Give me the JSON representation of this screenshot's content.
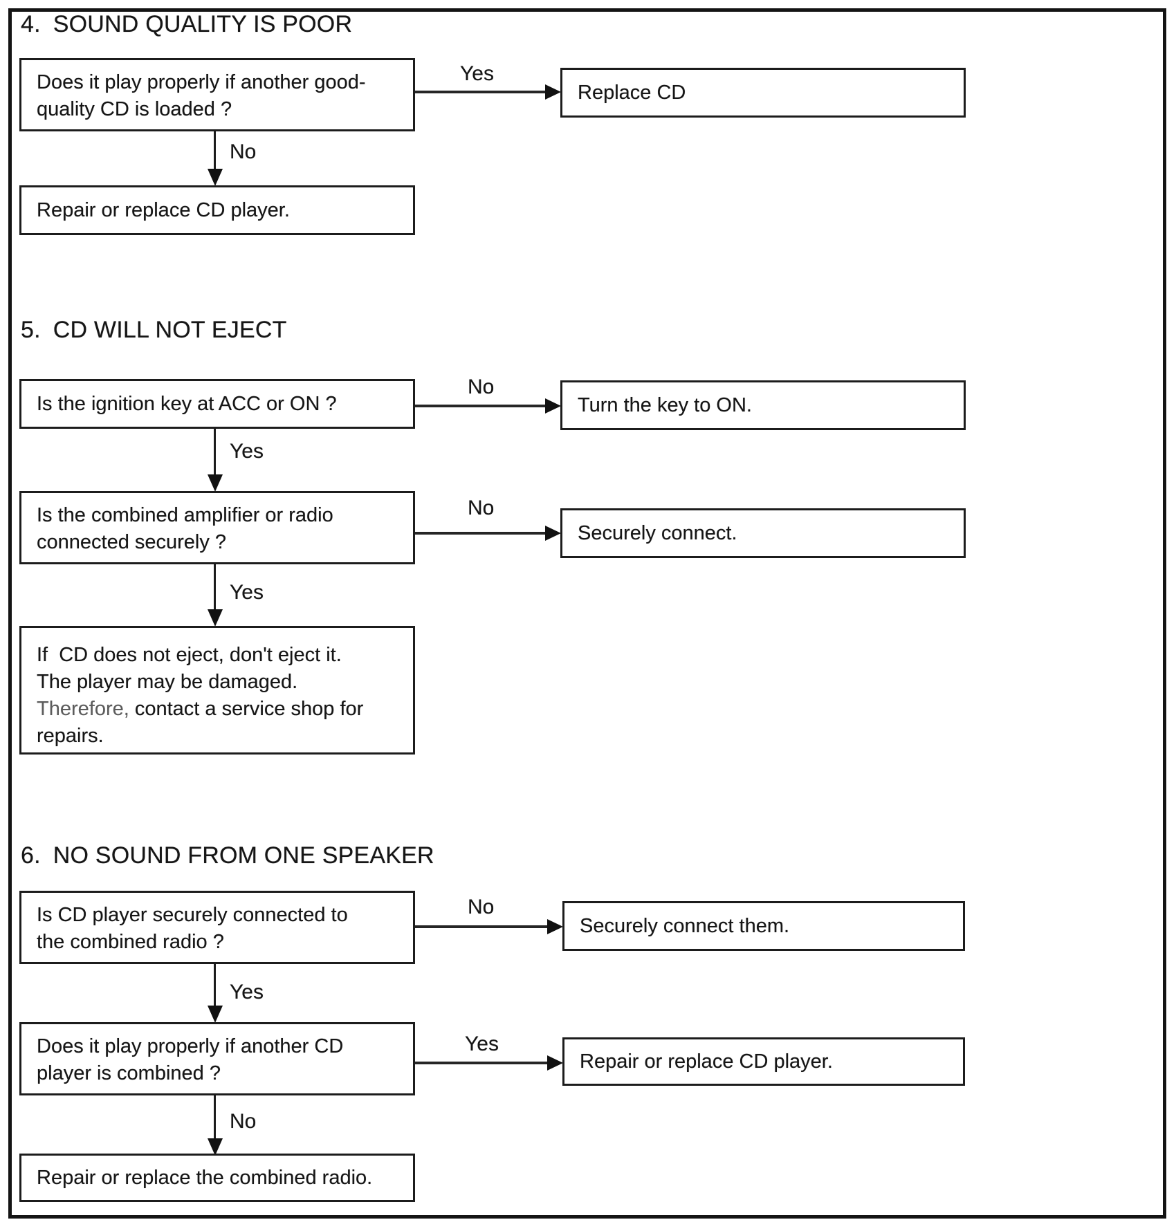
{
  "page": {
    "background": "#ffffff",
    "ink": "#161616",
    "border_color": "#1c1c1c",
    "muted_ink": "#5c5c5c"
  },
  "s4": {
    "number": "4.",
    "title": "SOUND QUALITY IS POOR",
    "q1_line1": "Does it play properly if another good-",
    "q1_line2": "quality CD is loaded ?",
    "yes_label": "Yes",
    "result_yes": "Replace CD",
    "no_label": "No",
    "result_no": "Repair or replace CD player."
  },
  "s5": {
    "number": "5.",
    "title": "CD WILL NOT EJECT",
    "q1": "Is the ignition key at ACC or ON ?",
    "q1_no": "No",
    "result_q1_no": "Turn the key to ON.",
    "q1_yes": "Yes",
    "q2_line1": "Is the combined amplifier or radio",
    "q2_line2": "connected securely ?",
    "q2_no": "No",
    "result_q2_no": "Securely connect.",
    "q2_yes": "Yes",
    "advice_line1": "If  CD does not eject, don't eject it.",
    "advice_line2": "The player may be damaged.",
    "advice_line3_lead": "Therefore,",
    "advice_line3_rest": " contact a service shop for",
    "advice_line4": "repairs."
  },
  "s6": {
    "number": "6.",
    "title": "NO SOUND FROM ONE SPEAKER",
    "q1_line1": "Is CD player securely connected to",
    "q1_line2": "the combined radio ?",
    "q1_no": "No",
    "result_q1_no": "Securely connect them.",
    "q1_yes": "Yes",
    "q2_line1": "Does it play properly if another CD",
    "q2_line2": "player is combined ?",
    "q2_yes": "Yes",
    "result_q2_yes": "Repair or replace CD player.",
    "q2_no": "No",
    "result_q2_no": "Repair or replace the combined radio."
  }
}
